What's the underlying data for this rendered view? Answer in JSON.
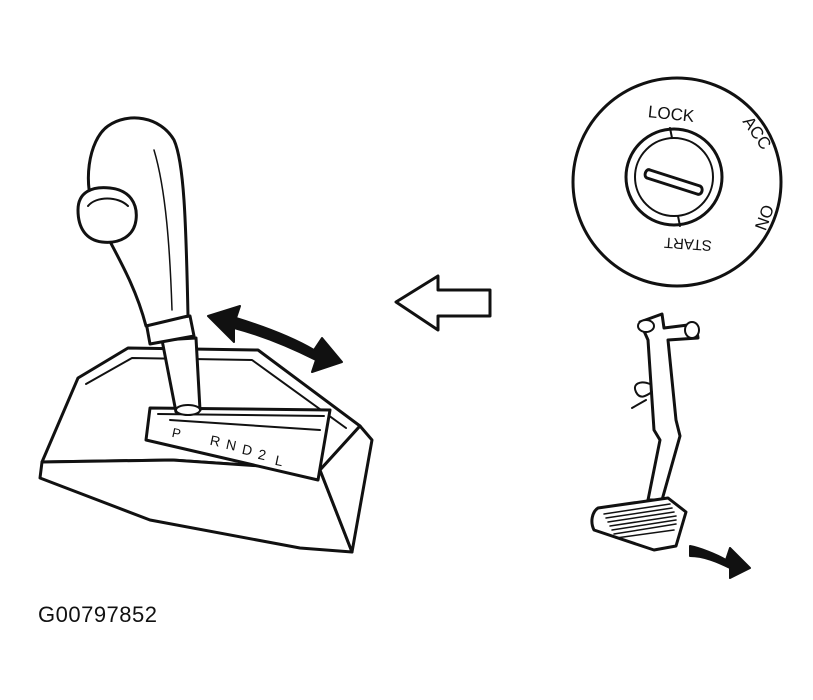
{
  "figure": {
    "id": "G00797852"
  },
  "ignition": {
    "positions": [
      "LOCK",
      "ACC",
      "ON",
      "START"
    ]
  },
  "shifter": {
    "gear_marks": [
      "P",
      "R",
      "N",
      "D",
      "2",
      "L"
    ]
  }
}
